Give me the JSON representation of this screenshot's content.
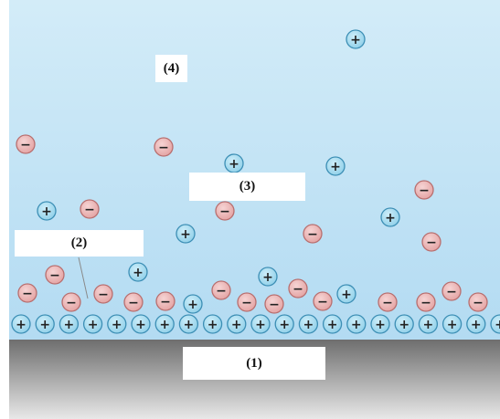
{
  "labels": {
    "electrode": "(1)",
    "compact_layer": "(2)",
    "diffuse_layer": "(3)",
    "bulk_solution": "(4)"
  },
  "ions": {
    "positive_symbol": "+",
    "negative_symbol": "−",
    "positive_color": "#8fcfe8",
    "negative_color": "#e3a2a2"
  },
  "colors": {
    "solution_top": "#d3ecf8",
    "solution_bottom": "#b3dbf2",
    "electrode_top": "#6e6e6e",
    "electrode_bottom": "#e8e8e8"
  }
}
